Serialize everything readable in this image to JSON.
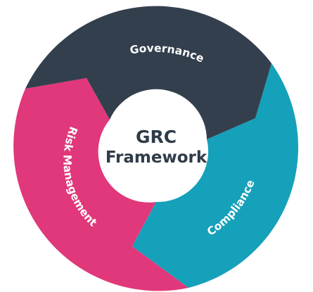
{
  "center": {
    "line1": "GRC",
    "line2": "Framework"
  },
  "segments": [
    {
      "label": "Governance",
      "color": "#343f4e"
    },
    {
      "label": "Compliance",
      "color": "#15a1b9"
    },
    {
      "label": "Risk Management",
      "color": "#e0387a"
    }
  ]
}
